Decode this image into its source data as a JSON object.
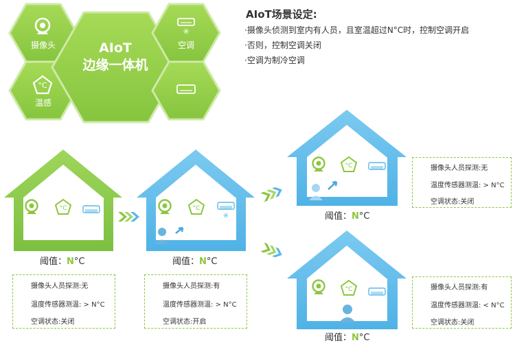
{
  "scene": {
    "title": "AIoT场景设定:",
    "lines": [
      "·摄像头侦测到室内有人员，且室温超过N°C时，控制空调开启",
      "·否则，控制空调关闭",
      "·空调为制冷空调"
    ]
  },
  "hexagons": {
    "camera": "摄像头",
    "temp": "温感",
    "ac": "空调",
    "center_line1": "AIoT",
    "center_line2": "边缘一体机"
  },
  "threshold": {
    "prefix": "阈值：",
    "value": "N",
    "unit": "°C"
  },
  "houses": [
    {
      "camera": "摄像头人员探测:无",
      "temp": "温度传感器测温: > N°C",
      "ac": "空调状态:关闭"
    },
    {
      "camera": "摄像头人员探测:有",
      "temp": "温度传感器测温: > N°C",
      "ac": "空调状态:开启"
    },
    {
      "camera": "摄像头人员探测:无",
      "temp": "温度传感器测温: > N°C",
      "ac": "空调状态:关闭"
    },
    {
      "camera": "摄像头人员探测:有",
      "temp": "温度传感器测温: < N°C",
      "ac": "空调状态:关闭"
    }
  ],
  "colors": {
    "green": "#8cc63f",
    "blue": "#5ab8e8",
    "hex": "#9bd34a"
  },
  "icons": [
    "camera-icon",
    "thermometer-icon",
    "air-conditioner-icon",
    "person-icon",
    "arrow-icon",
    "snowflake-icon"
  ]
}
